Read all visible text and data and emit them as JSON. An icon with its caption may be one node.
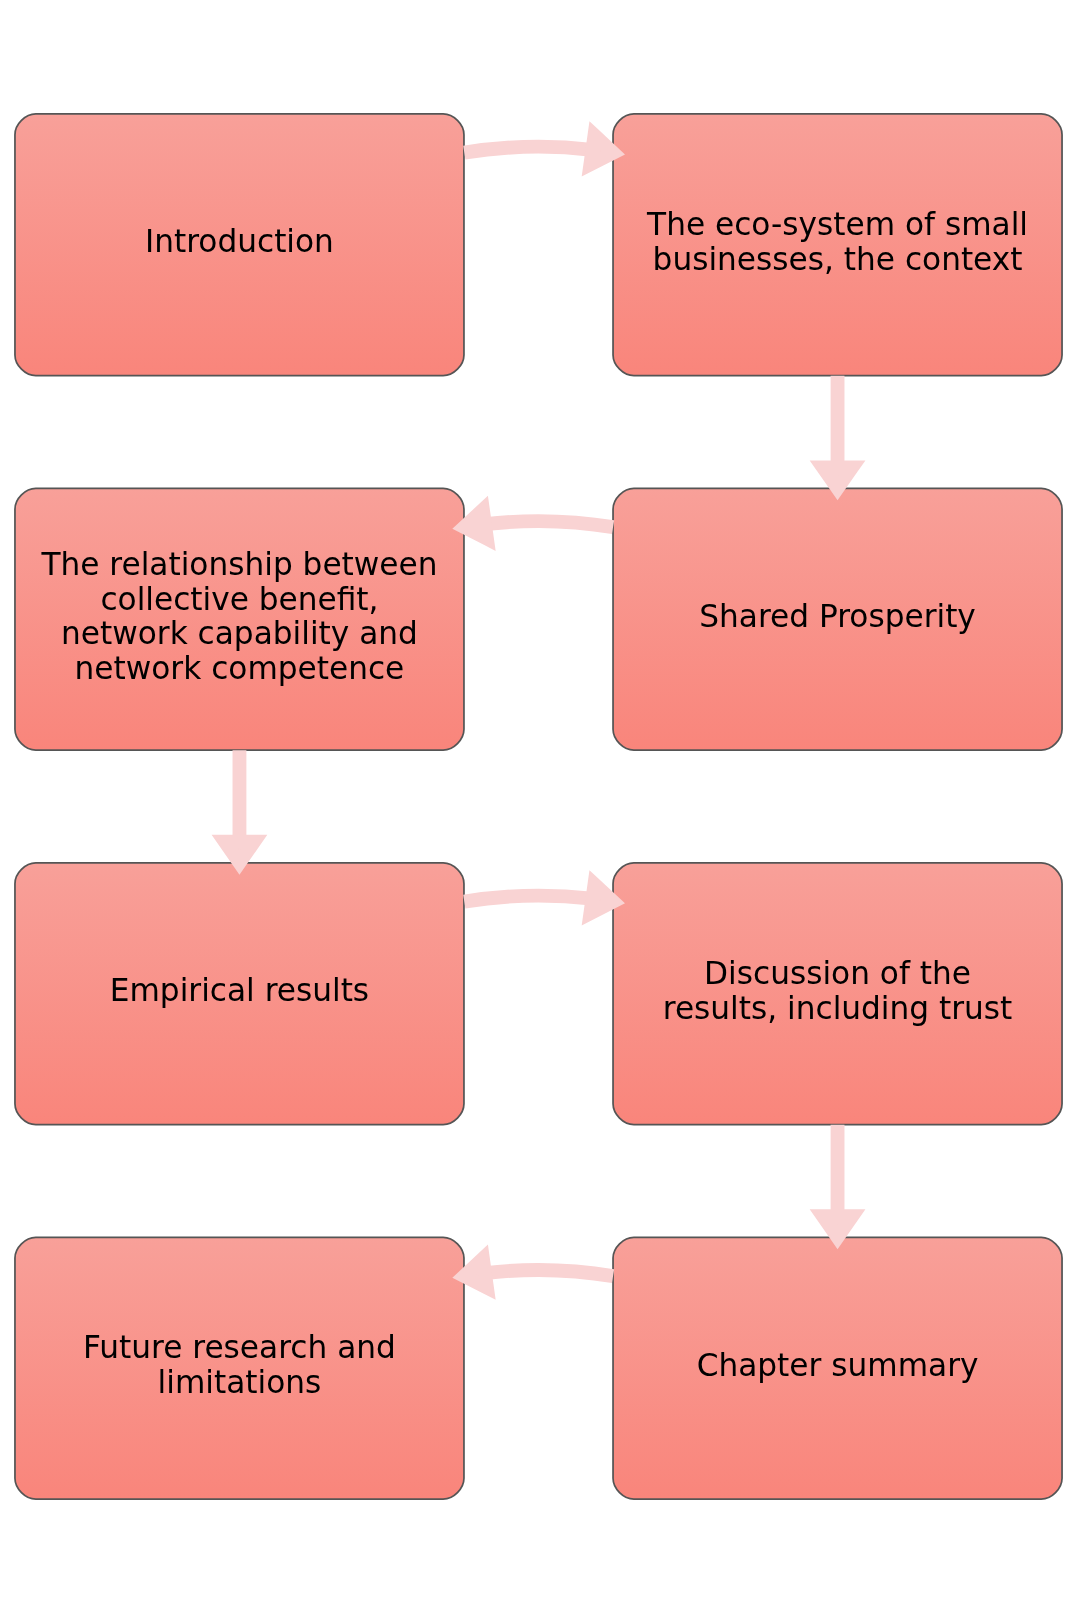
{
  "diagram": {
    "nodes": [
      {
        "text": [
          "Introduction"
        ]
      },
      {
        "text": [
          "The eco-system of small businesses, the context"
        ]
      },
      {
        "text": [
          "Shared Prosperity"
        ]
      },
      {
        "text": [
          "The relationship between collective benefit, network capability and network competence"
        ]
      },
      {
        "text": [
          "Empirical results"
        ]
      },
      {
        "text": [
          "Discussion of the results, including trust"
        ]
      },
      {
        "text": [
          "Chapter summary"
        ]
      },
      {
        "text": [
          "Future research and limitations"
        ]
      }
    ],
    "edges": [
      {
        "from": 0,
        "to": 1,
        "arrow": "to"
      },
      {
        "from": 1,
        "to": 2,
        "arrow": "to"
      },
      {
        "from": 2,
        "to": 3,
        "arrow": "to"
      },
      {
        "from": 3,
        "to": 4,
        "arrow": "to"
      },
      {
        "from": 4,
        "to": 5,
        "arrow": "to"
      },
      {
        "from": 5,
        "to": 6,
        "arrow": "to"
      },
      {
        "from": 6,
        "to": 7,
        "arrow": "to"
      }
    ]
  }
}
